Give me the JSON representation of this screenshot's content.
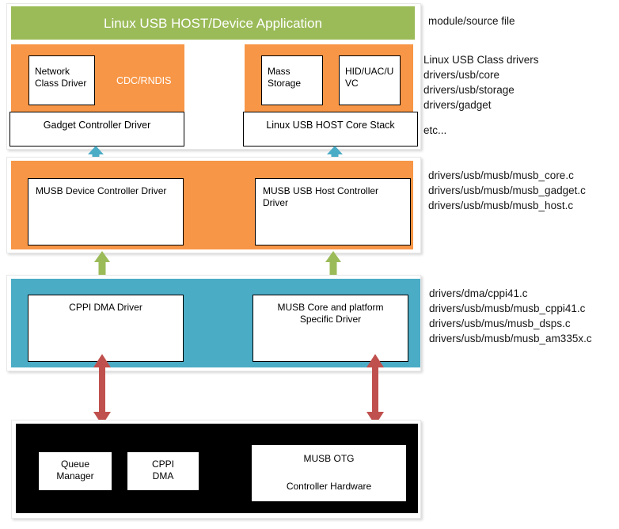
{
  "diagram": {
    "title": "Linux USB HOST/Device Application",
    "layers": {
      "application": {
        "label": "Linux USB HOST/Device Application",
        "color": "#9BBB59"
      },
      "class_drivers": {
        "color": "#F79646",
        "gadget_panel": {
          "network_class_driver": "Network\nClass Driver",
          "cdc_rndis": "CDC/RNDIS",
          "gadget_controller_driver": "Gadget Controller Driver"
        },
        "host_panel": {
          "mass_storage": "Mass\nStorage",
          "hid_uac_uvc": "HID/UAC/U\nVC",
          "host_core_stack": "Linux USB HOST Core Stack"
        }
      },
      "musb": {
        "color": "#F79646",
        "device_controller_driver": "MUSB Device Controller Driver",
        "host_controller_driver": "MUSB USB Host Controller\nDriver"
      },
      "dma": {
        "color": "#4BACC6",
        "cppi_dma_driver": "CPPI DMA Driver",
        "musb_core_platform_driver": "MUSB Core and platform\nSpecific Driver"
      },
      "hardware": {
        "color": "#000000",
        "queue_manager": "Queue\nManager",
        "cppi_dma": "CPPI\nDMA",
        "musb_otg_controller": "MUSB OTG\n\nController Hardware"
      }
    },
    "side_notes": {
      "module_source_file": "module/source file",
      "class_driver_sources": "Linux USB Class drivers\ndrivers/usb/core\ndrivers/usb/storage\ndrivers/gadget",
      "etc": "etc...",
      "musb_sources": "drivers/usb/musb/musb_core.c\ndrivers/usb/musb/musb_gadget.c\ndrivers/usb/musb/musb_host.c",
      "dma_sources": "drivers/dma/cppi41.c\ndrivers/usb/musb/musb_cppi41.c\ndrivers/usb/mus/musb_dsps.c\ndrivers/usb/musb/musb_am335x.c"
    },
    "connectors": {
      "gadget_to_musb": {
        "name": "double-arrow-cyan",
        "color": "#4BACC6"
      },
      "host_to_musb": {
        "name": "double-arrow-cyan",
        "color": "#4BACC6"
      },
      "musb_to_dma_left": {
        "name": "double-arrow-green",
        "color": "#9BBB59"
      },
      "musb_to_dma_right": {
        "name": "double-arrow-green",
        "color": "#9BBB59"
      },
      "dma_to_hw_left": {
        "name": "double-arrow-red",
        "color": "#C0504D"
      },
      "dma_to_hw_right": {
        "name": "double-arrow-red",
        "color": "#C0504D"
      }
    }
  }
}
